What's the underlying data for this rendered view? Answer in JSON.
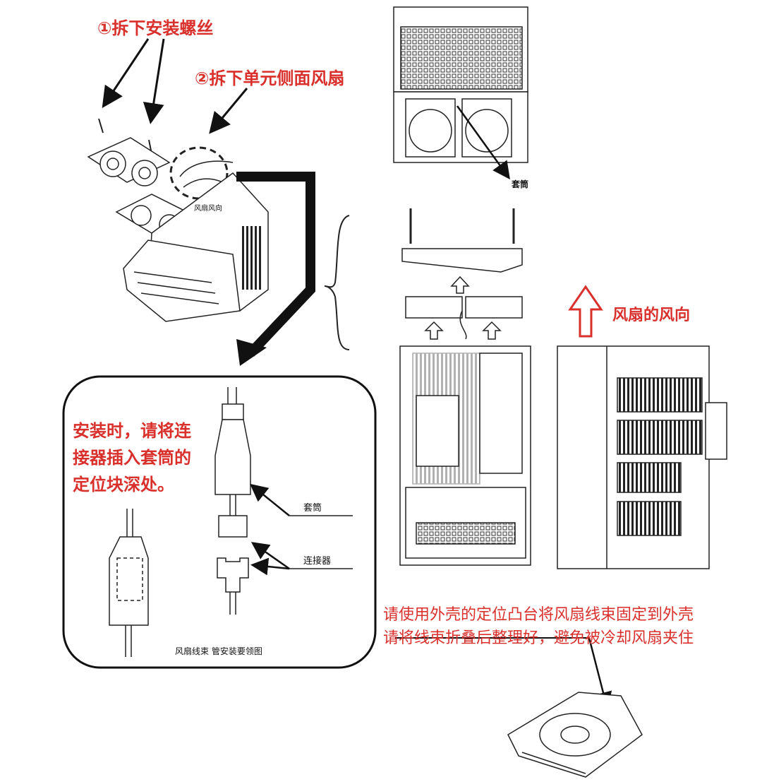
{
  "steps": {
    "step1": "①拆下安装螺丝",
    "step2": "②拆下单元侧面风扇"
  },
  "labels": {
    "fan_direction_small": "风扇风向",
    "sleeve_top": "套筒",
    "fan_airflow": "风扇的风向",
    "sleeve_detail": "套筒",
    "connector_detail": "连接器",
    "detail_caption": "风扇线束 管安装要领图"
  },
  "notes": {
    "install_line1": "安装时，请将连",
    "install_line2": "接器插入套筒的",
    "install_line3": "定位块深处。",
    "bottom_line1": "请使用外壳的定位凸台将风扇线束固定到外壳",
    "bottom_line2": "请将线束折叠后整理好，避免被冷却风扇夹住"
  },
  "colors": {
    "accent_red": "#d9302c",
    "line": "#111111"
  }
}
